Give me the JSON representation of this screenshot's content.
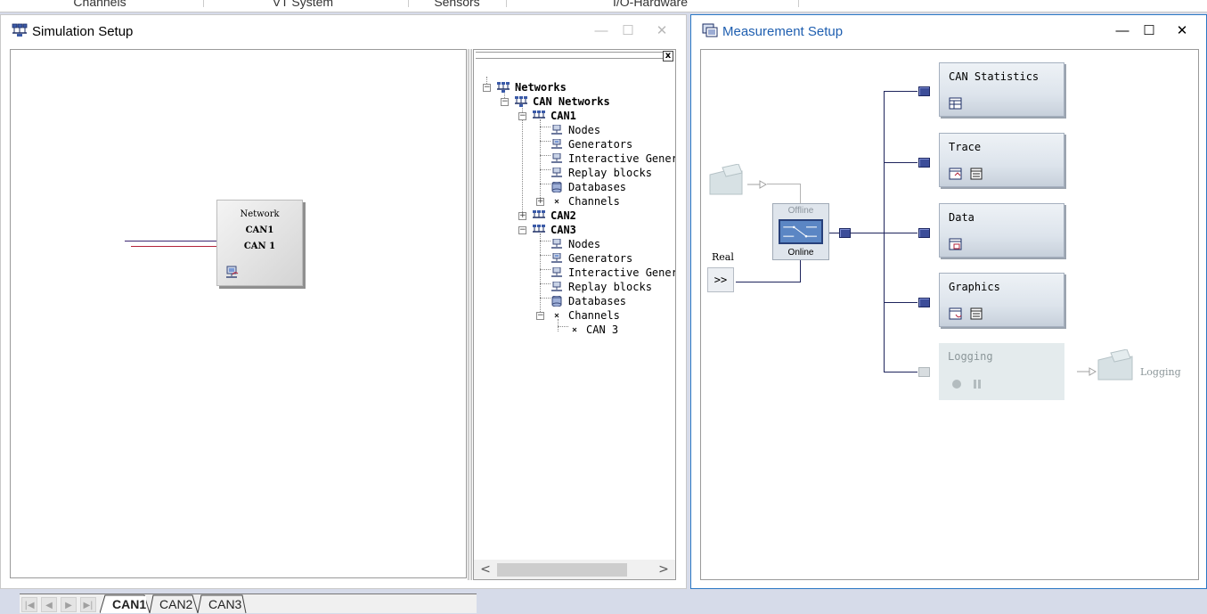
{
  "top_tabs": [
    "Channels",
    "VT System",
    "Sensors",
    "I/O-Hardware"
  ],
  "simulation": {
    "title": "Simulation Setup",
    "controls": {
      "minimize": "—",
      "maximize": "☐",
      "close": "✕"
    },
    "network_block": {
      "title": "Network",
      "line1": "CAN1",
      "line2": "CAN 1"
    },
    "sheet_nav": [
      "|◀",
      "◀",
      "▶",
      "▶|"
    ],
    "sheet_tabs": [
      "CAN1",
      "CAN2",
      "CAN3"
    ],
    "tree": {
      "close_label": "x",
      "items": [
        {
          "label": "Networks"
        },
        {
          "label": "CAN Networks"
        },
        {
          "label": "CAN1"
        },
        {
          "label": "Nodes"
        },
        {
          "label": "Generators"
        },
        {
          "label": "Interactive Gener"
        },
        {
          "label": "Replay blocks"
        },
        {
          "label": "Databases"
        },
        {
          "label": "Channels"
        },
        {
          "label": "CAN2"
        },
        {
          "label": "CAN3"
        },
        {
          "label": "Nodes"
        },
        {
          "label": "Generators"
        },
        {
          "label": "Interactive Gener"
        },
        {
          "label": "Replay blocks"
        },
        {
          "label": "Databases"
        },
        {
          "label": "Channels"
        },
        {
          "label": "CAN 3"
        }
      ],
      "expanders": [
        "−",
        "−",
        "−",
        "+",
        "+",
        "−",
        "−"
      ],
      "scroll": {
        "left": "<",
        "right": ">"
      }
    }
  },
  "measurement": {
    "title": "Measurement Setup",
    "controls": {
      "minimize": "—",
      "maximize": "☐",
      "close": "✕"
    },
    "switch": {
      "offline": "Offline",
      "online": "Online"
    },
    "real": {
      "label": "Real",
      "button": ">>"
    },
    "blocks": [
      {
        "label": "CAN Statistics",
        "enabled": true
      },
      {
        "label": "Trace",
        "enabled": true
      },
      {
        "label": "Data",
        "enabled": true
      },
      {
        "label": "Graphics",
        "enabled": true
      },
      {
        "label": "Logging",
        "enabled": false
      }
    ],
    "logging_file_label": "Logging"
  },
  "colors": {
    "title_blue": "#1f5fb0",
    "connector": "#3c4d99",
    "bus_line_1": "#3b2570",
    "bus_line_2": "#b3233a",
    "window_border": "#2b78c5"
  }
}
